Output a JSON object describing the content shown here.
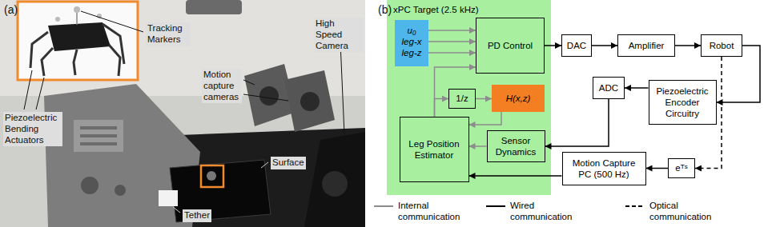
{
  "diagram": {
    "nodes": [
      {
        "text": [
          "xPC Target (2.5 kHz)"
        ]
      },
      {
        "text": [
          "u₀",
          "leg-x",
          "leg-z"
        ],
        "in": 0
      },
      {
        "text": [
          "PD Control"
        ],
        "in": 0
      },
      {
        "text": [
          "1/z"
        ],
        "in": 0
      },
      {
        "text": [
          "H(x,z)"
        ],
        "in": 0
      },
      {
        "text": [
          "Leg Position Estimator"
        ],
        "in": 0
      },
      {
        "text": [
          "Sensor Dynamics"
        ],
        "in": 0
      },
      {
        "text": [
          "DAC"
        ]
      },
      {
        "text": [
          "Amplifier"
        ]
      },
      {
        "text": [
          "Robot"
        ]
      },
      {
        "text": [
          "Piezoelectric Encoder Circuitry"
        ]
      },
      {
        "text": [
          "ADC"
        ]
      },
      {
        "text": [
          "Motion Capture PC (500 Hz)"
        ]
      },
      {
        "text": [
          "eᵀˢ"
        ]
      }
    ],
    "edges": [
      {
        "from": 1,
        "to": 2,
        "arrow": "to"
      },
      {
        "from": 1,
        "to": 2,
        "arrow": "to"
      },
      {
        "from": 1,
        "to": 2,
        "arrow": "to"
      },
      {
        "from": 2,
        "to": 7,
        "arrow": "to"
      },
      {
        "from": 7,
        "to": 8,
        "arrow": "to"
      },
      {
        "from": 8,
        "to": 9,
        "arrow": "to"
      },
      {
        "from": 9,
        "to": 10,
        "arrow": "to"
      },
      {
        "from": 10,
        "to": 11,
        "arrow": "to"
      },
      {
        "from": 11,
        "to": 6,
        "arrow": "to"
      },
      {
        "from": 6,
        "to": 5,
        "arrow": "to"
      },
      {
        "from": 9,
        "to": 13,
        "arrow": "to"
      },
      {
        "from": 13,
        "to": 12,
        "arrow": "to"
      },
      {
        "from": 12,
        "to": 5,
        "arrow": "to"
      },
      {
        "from": 5,
        "to": 2,
        "arrow": "to"
      },
      {
        "from": 5,
        "to": 3,
        "arrow": "to"
      },
      {
        "from": 3,
        "to": 4,
        "arrow": "to"
      },
      {
        "from": 4,
        "to": 5,
        "arrow": "to"
      }
    ],
    "labels": [
      "(a)",
      "(b)",
      "Tracking Markers",
      "High Speed Camera",
      "Motion capture cameras",
      "Piezoelectric Bending Actuators",
      "Surface",
      "Tether"
    ],
    "legend": [
      {
        "text": "Internal communication"
      },
      {
        "text": "Wired communication"
      },
      {
        "text": "Optical communication"
      }
    ]
  }
}
